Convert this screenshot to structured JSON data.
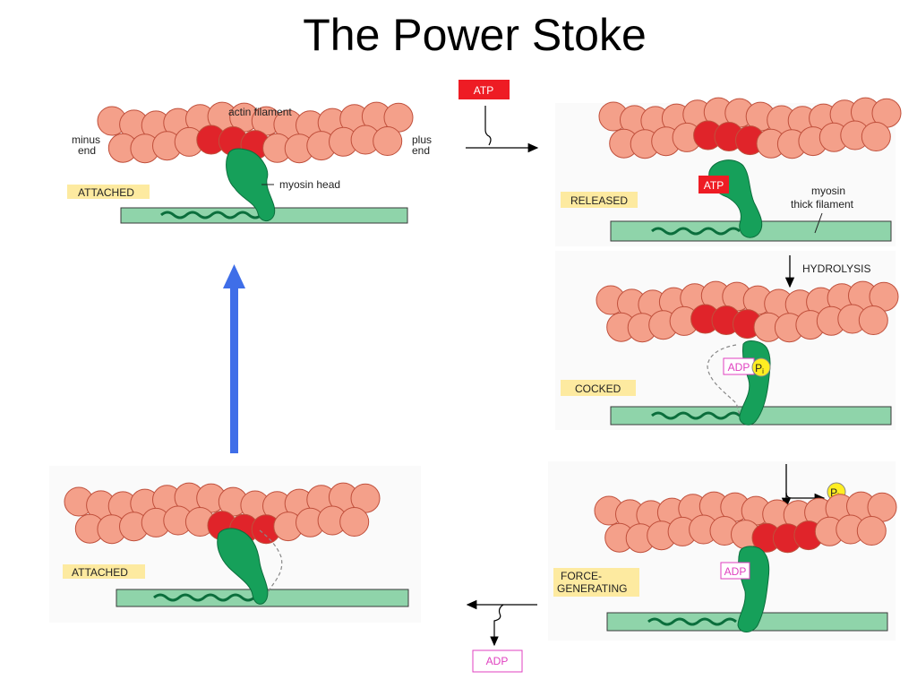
{
  "title": "The Power Stoke",
  "panels": {
    "attached_top": {
      "state": "ATTACHED",
      "actin_label": "actin filament",
      "minus_line1": "minus",
      "minus_line2": "end",
      "plus_line1": "plus",
      "plus_line2": "end",
      "myosin_label": "myosin head"
    },
    "released": {
      "state": "RELEASED",
      "atp_tag": "ATP",
      "thick_line1": "myosin",
      "thick_line2": "thick filament"
    },
    "cocked": {
      "state": "COCKED",
      "step": "HYDROLYSIS",
      "adp_tag": "ADP",
      "pi_tag": "P",
      "pi_sub": "i"
    },
    "force": {
      "state_line1": "FORCE-",
      "state_line2": "GENERATING",
      "adp_tag": "ADP",
      "pi_tag": "P",
      "pi_sub": "i"
    },
    "attached_bottom": {
      "state": "ATTACHED"
    }
  },
  "inputs": {
    "atp_in": "ATP",
    "adp_out": "ADP"
  },
  "colors": {
    "actin": "#f4a08a",
    "actin_stroke": "#c0503c",
    "actin_site": "#e0242a",
    "myosin": "#16a05a",
    "myosin_dark": "#0b6e3c",
    "thick_filament": "#8fd4aa",
    "state_label_bg": "#fdeaa0",
    "atp": "#ee1c24",
    "adp": "#e040c0",
    "pi": "#ffee22",
    "cycle_arrow": "#3f6ee8"
  }
}
